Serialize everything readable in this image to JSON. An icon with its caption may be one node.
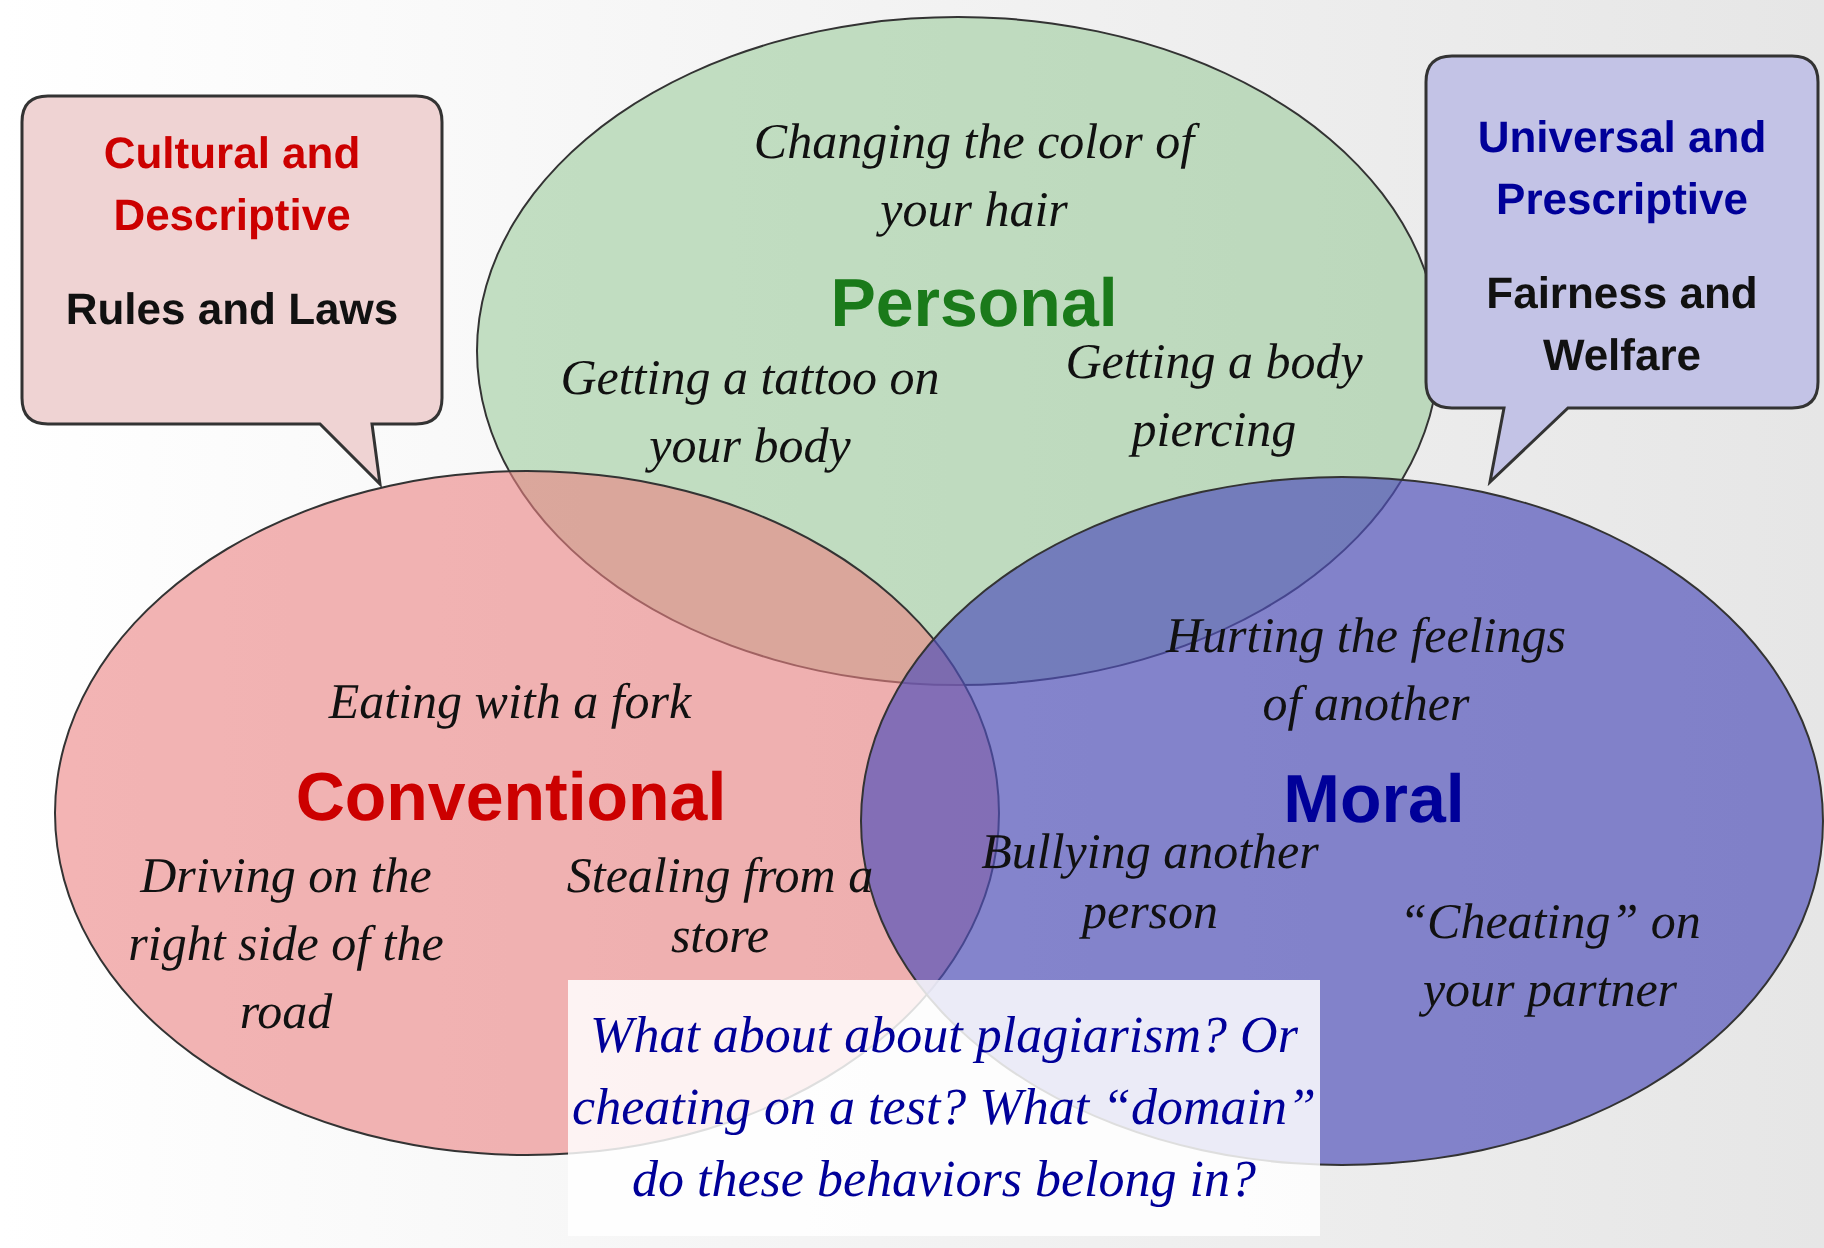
{
  "diagram": {
    "nodes": [
      {
        "text": [
          "Cultural and Descriptive",
          "Rules and Laws"
        ]
      },
      {
        "text": [
          "Personal"
        ]
      },
      {
        "text": [
          "Universal and Prescriptive",
          "Fairness and Welfare"
        ]
      },
      {
        "text": [
          "Conventional"
        ]
      },
      {
        "text": [
          "Moral"
        ]
      },
      {
        "text": [
          "What about about plagiarism? Or cheating on a test? What “domain” do these behaviors belong in?"
        ]
      }
    ],
    "edges": [],
    "labels": [
      "Changing the color of your hair",
      "Getting a tattoo on your body",
      "Getting a body piercing",
      "Hurting the feelings of another",
      "Eating with a fork",
      "Driving on the right side of the road",
      "Stealing from a store",
      "Bullying another person",
      "“Cheating” on your partner"
    ]
  }
}
